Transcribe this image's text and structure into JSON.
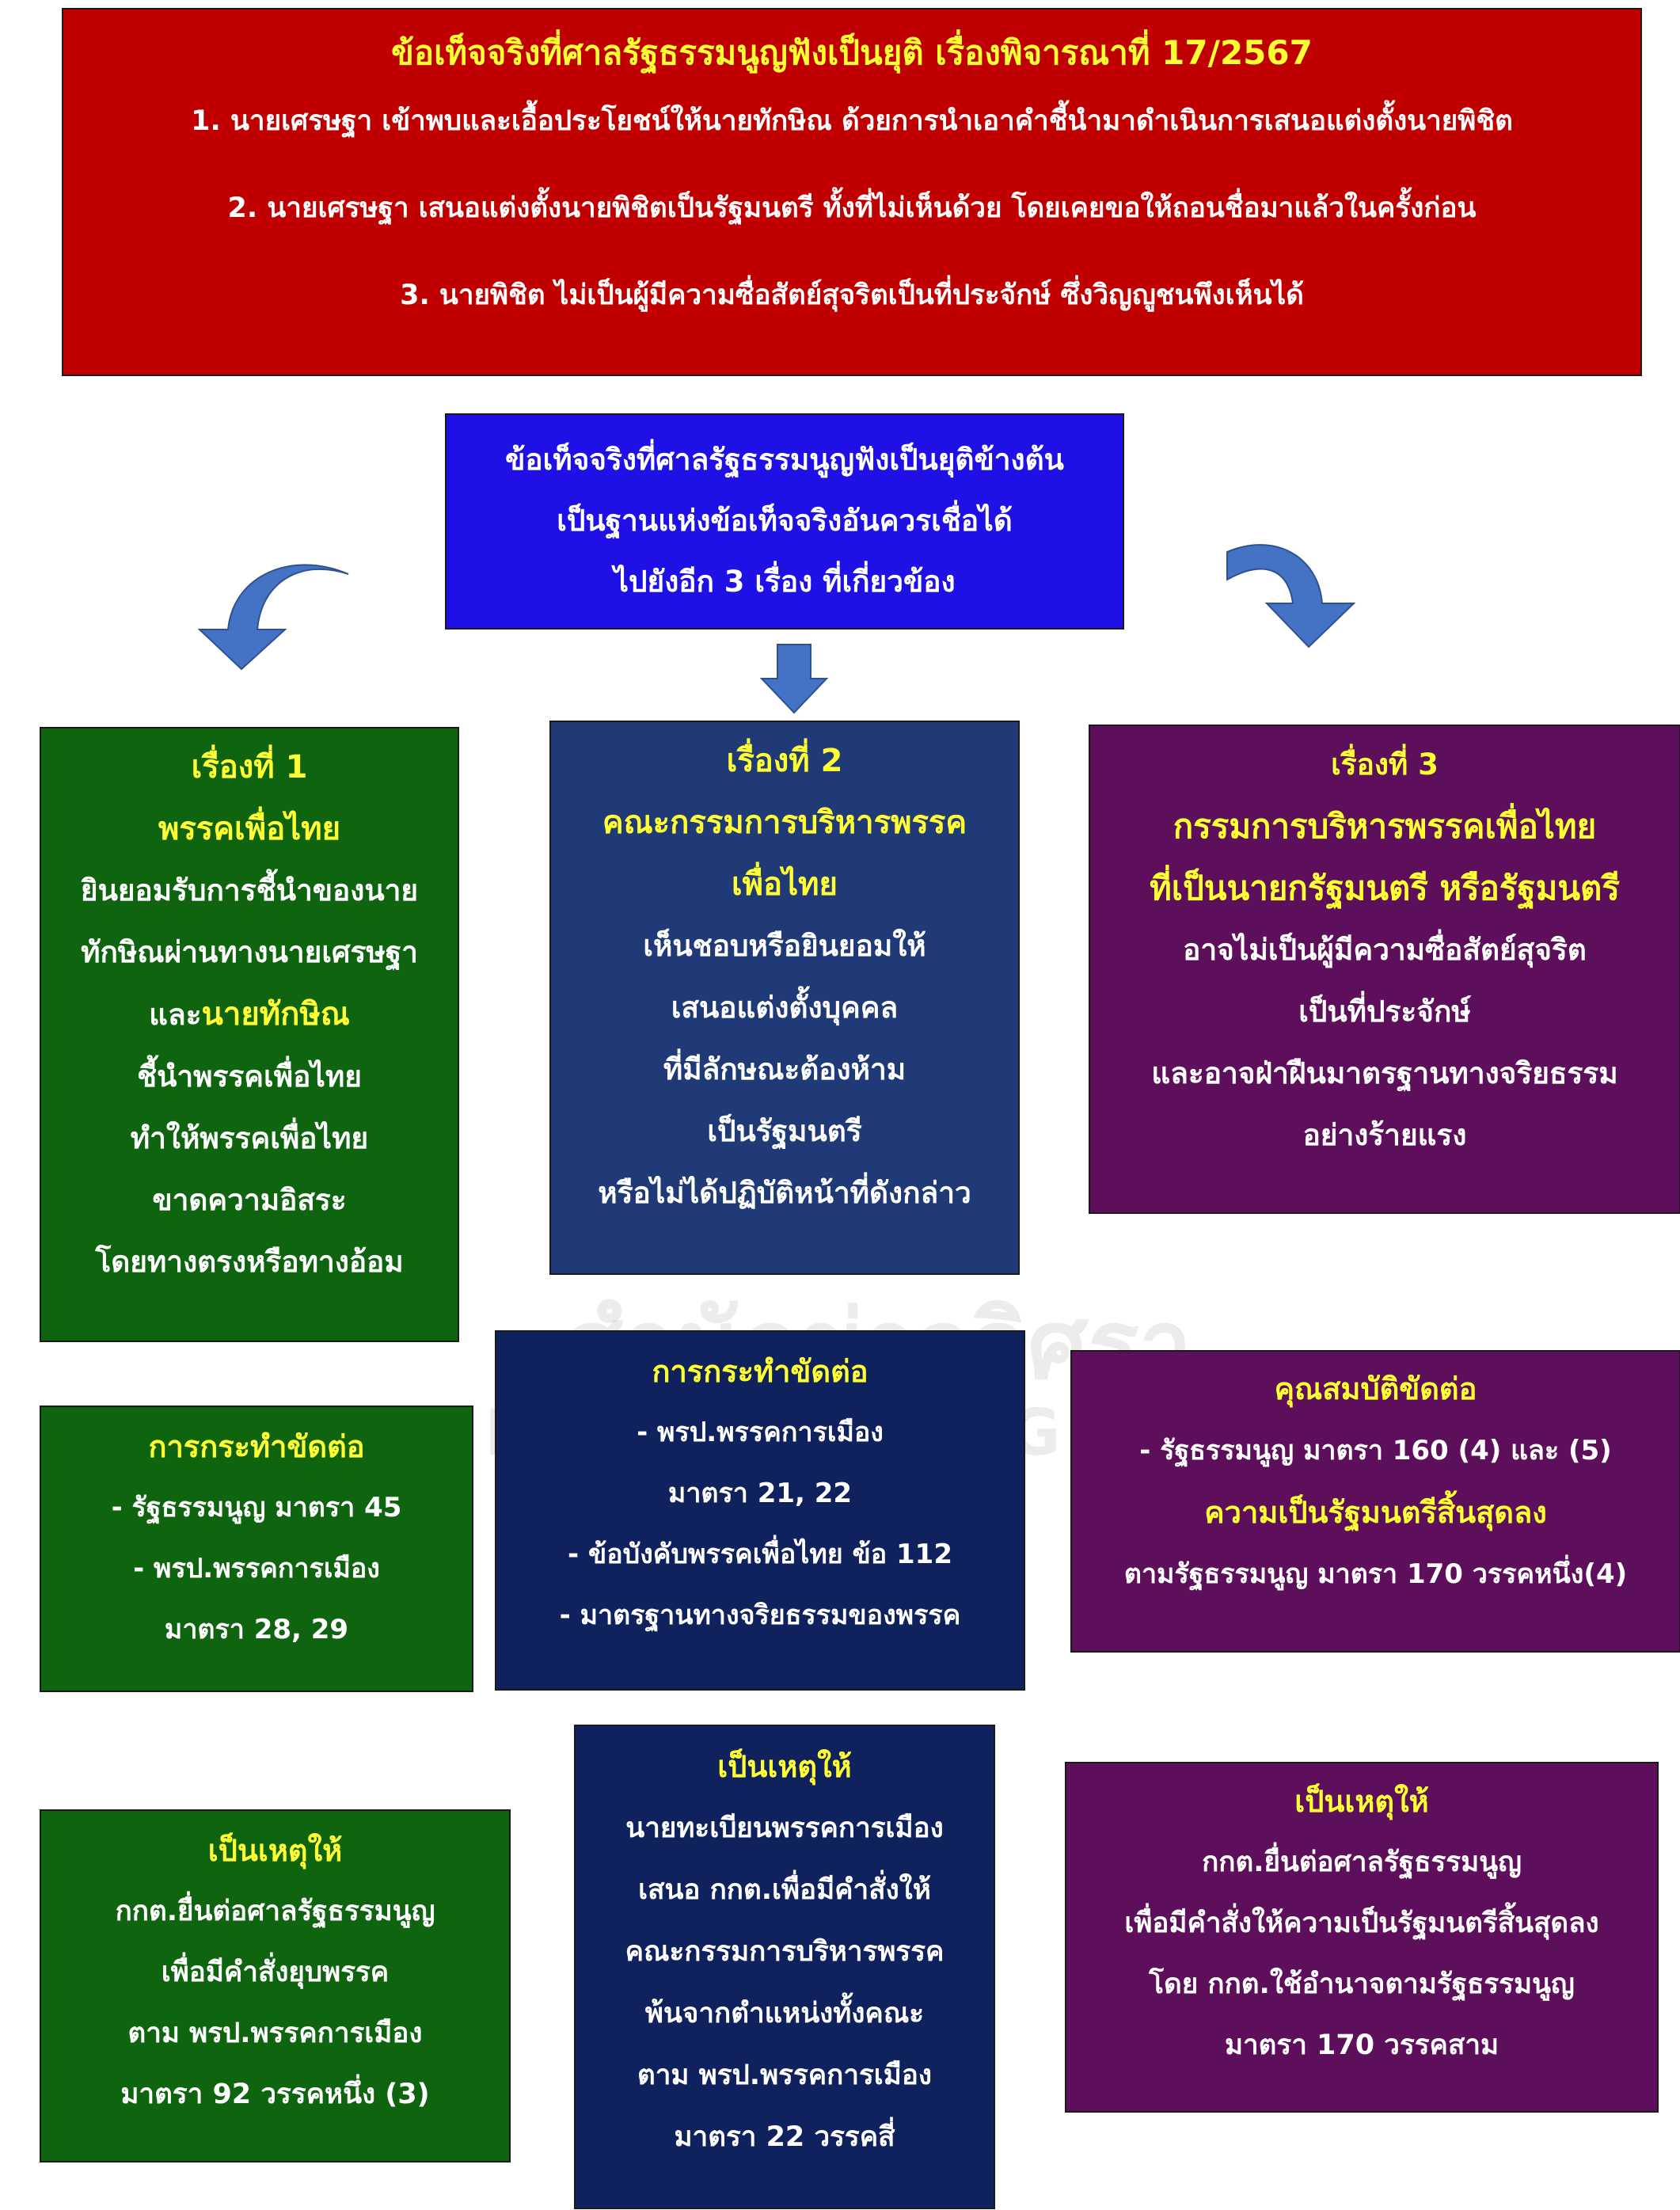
{
  "facts": {
    "title": "ข้อเท็จจริงที่ศาลรัฐธรรมนูญฟังเป็นยุติ เรื่องพิจารณาที่ 17/2567",
    "items": [
      "1. นายเศรษฐา เข้าพบและเอื้อประโยชน์ให้นายทักษิณ ด้วยการนำเอาคำชี้นำมาดำเนินการเสนอแต่งตั้งนายพิชิต",
      "2. นายเศรษฐา เสนอแต่งตั้งนายพิชิตเป็นรัฐมนตรี ทั้งที่ไม่เห็นด้วย โดยเคยขอให้ถอนชื่อมาแล้วในครั้งก่อน",
      "3. นายพิชิต ไม่เป็นผู้มีความซื่อสัตย์สุจริตเป็นที่ประจักษ์ ซึ่งวิญญูชนพึงเห็นได้"
    ]
  },
  "basis": {
    "lines": [
      "ข้อเท็จจริงที่ศาลรัฐธรรมนูญฟังเป็นยุติข้างต้น",
      "เป็นฐานแห่งข้อเท็จจริงอันควรเชื่อได้",
      "ไปยังอีก 3 เรื่อง ที่เกี่ยวข้อง"
    ]
  },
  "groups": [
    {
      "heading": "เรื่องที่ 1",
      "subject": "พรรคเพื่อไทย",
      "body1": [
        "ยินยอมรับการชี้นำของนาย",
        "ทักษิณผ่านทางนายเศรษฐา"
      ],
      "mixed_prefix": "และ",
      "mixed_highlight": "นายทักษิณ",
      "body2": [
        "ชี้นำพรรคเพื่อไทย",
        "ทำให้พรรคเพื่อไทย",
        "ขาดความอิสระ",
        "โดยทางตรงหรือทางอ้อม"
      ]
    },
    {
      "heading": "เรื่องที่ 2",
      "subject": [
        "คณะกรรมการบริหารพรรค",
        "เพื่อไทย"
      ],
      "body": [
        "เห็นชอบหรือยินยอมให้",
        "เสนอแต่งตั้งบุคคล",
        "ที่มีลักษณะต้องห้าม",
        "เป็นรัฐมนตรี",
        "หรือไม่ได้ปฏิบัติหน้าที่ดังกล่าว"
      ]
    },
    {
      "heading": "เรื่องที่ 3",
      "subject": [
        "กรรมการบริหารพรรคเพื่อไทย",
        "ที่เป็นนายกรัฐมนตรี หรือรัฐมนตรี"
      ],
      "body": [
        "อาจไม่เป็นผู้มีความซื่อสัตย์สุจริต",
        "เป็นที่ประจักษ์",
        "และอาจฝ่าฝืนมาตรฐานทางจริยธรรม",
        "อย่างร้ายแรง"
      ]
    }
  ],
  "violations": [
    {
      "heading": "การกระทำขัดต่อ",
      "lines": [
        "- รัฐธรรมนูญ มาตรา 45",
        "- พรป.พรรคการเมือง",
        "มาตรา 28, 29"
      ]
    },
    {
      "heading": "การกระทำขัดต่อ",
      "lines": [
        "- พรป.พรรคการเมือง",
        "มาตรา 21, 22",
        "- ข้อบังคับพรรคเพื่อไทย ข้อ 112",
        "- มาตรฐานทางจริยธรรมของพรรค"
      ]
    },
    {
      "heading": "คุณสมบัติขัดต่อ",
      "line1": "- รัฐธรรมนูญ มาตรา 160 (4) และ (5)",
      "heading2": "ความเป็นรัฐมนตรีสิ้นสุดลง",
      "line2": "ตามรัฐธรรมนูญ มาตรา 170 วรรคหนึ่ง(4)"
    }
  ],
  "results": [
    {
      "heading": "เป็นเหตุให้",
      "lines": [
        "กกต.ยื่นต่อศาลรัฐธรรมนูญ",
        "เพื่อมีคำสั่งยุบพรรค",
        "ตาม พรป.พรรคการเมือง",
        "มาตรา 92 วรรคหนึ่ง (3)"
      ]
    },
    {
      "heading": "เป็นเหตุให้",
      "lines": [
        "นายทะเบียนพรรคการเมือง",
        "เสนอ กกต.เพื่อมีคำสั่งให้",
        "คณะกรรมการบริหารพรรค",
        "พ้นจากตำแหน่งทั้งคณะ",
        "ตาม พรป.พรรคการเมือง",
        "มาตรา 22 วรรคสี่"
      ]
    },
    {
      "heading": "เป็นเหตุให้",
      "lines": [
        "กกต.ยื่นต่อศาลรัฐธรรมนูญ",
        "เพื่อมีคำสั่งให้ความเป็นรัฐมนตรีสิ้นสุดลง",
        "โดย กกต.ใช้อำนาจตามรัฐธรรมนูญ",
        "มาตรา 170 วรรคสาม"
      ]
    }
  ],
  "watermark": {
    "thai": "สำนักข่าวอิศรา",
    "english": "ISRA NEWS AGENCY"
  },
  "colors": {
    "facts_bg": "#c00000",
    "basis_bg": "#1f10e6",
    "group1_bg": "#0f6410",
    "group2_bg": "#203a78",
    "group3_bg": "#5e0f5c",
    "highlight": "#ffff33",
    "arrow": "#4472c4"
  }
}
